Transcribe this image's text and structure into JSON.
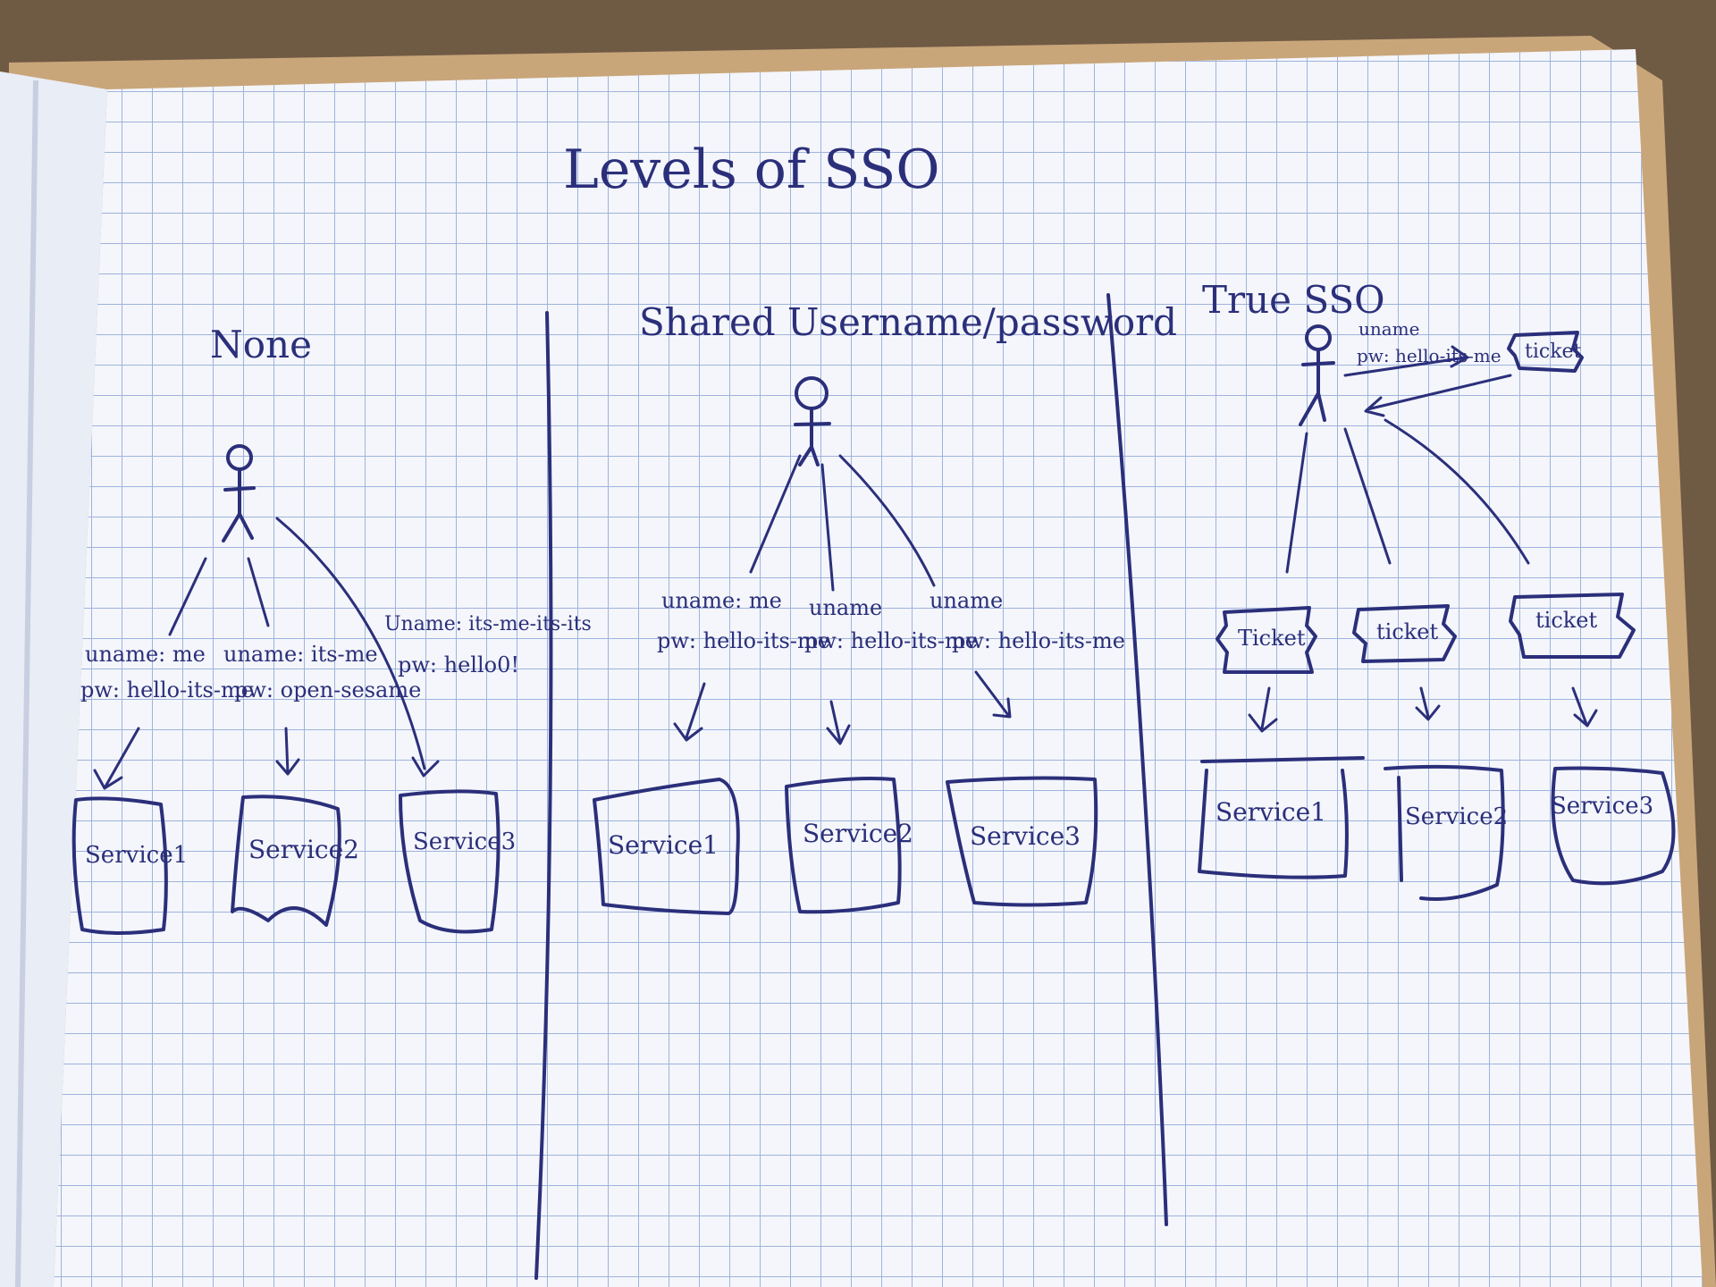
{
  "title": "Levels of SSO",
  "sections": [
    {
      "heading": "None",
      "credentials": [
        {
          "user": "uname: me",
          "pw": "pw: hello-its-me"
        },
        {
          "user": "uname: its-me",
          "pw": "pw: open-sesame"
        },
        {
          "user": "Uname: its-me-its-its",
          "pw": "pw: hello0!"
        }
      ],
      "services": [
        "Service1",
        "Service2",
        "Service3"
      ]
    },
    {
      "heading": "Shared Username/password",
      "credentials": [
        {
          "user": "uname: me",
          "pw": "pw: hello-its-me"
        },
        {
          "user": "uname",
          "pw": "pw: hello-its-me"
        },
        {
          "user": "uname",
          "pw": "pw: hello-its-me"
        }
      ],
      "services": [
        "Service1",
        "Service2",
        "Service3"
      ]
    },
    {
      "heading": "True SSO",
      "login": {
        "user": "uname",
        "pw": "pw: hello-its-me"
      },
      "top_ticket": "ticket",
      "tickets": [
        "Ticket",
        "ticket",
        "ticket"
      ],
      "services": [
        "Service1",
        "Service2",
        "Service3"
      ]
    }
  ],
  "colors": {
    "ink": "#2b2f7a",
    "grid": "#9fb3dc",
    "paper": "#f4f6fb",
    "desk": "#6f5a44"
  }
}
